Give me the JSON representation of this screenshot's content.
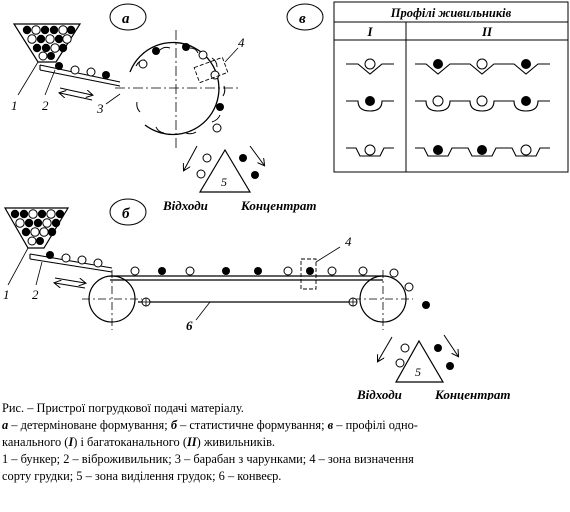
{
  "figure": {
    "panel_a_label": "а",
    "panel_b_label": "б",
    "panel_v_label": "в",
    "num_labels_a": [
      "1",
      "2",
      "3",
      "4",
      "5"
    ],
    "num_labels_b": [
      "1",
      "2",
      "4",
      "6",
      "5"
    ],
    "waste_label": "Відходи",
    "concentrate_label": "Концентрат",
    "profiles_title": "Профілі живильників",
    "profiles_col1": "I",
    "profiles_col2": "II"
  },
  "caption": {
    "line1": "Рис. – Пристрої погрудкової подачі матеріалу.",
    "line2_a": "а",
    "line2_a_text": " – детерміноване формування; ",
    "line2_b": "б",
    "line2_b_text": " – статистичне формування; ",
    "line2_v": "в",
    "line2_v_text": " – профілі одно-",
    "line3_pre": "канального (",
    "line3_I": "I",
    "line3_mid": ") і багатоканального (",
    "line3_II": "II",
    "line3_post": ") живильників.",
    "line4": "1 – бункер; 2 – віброживильник; 3 – барабан з чарунками; 4 – зона визначення",
    "line5": "сорту грудки; 5 – зона виділення грудок; 6 – конвеєр."
  }
}
